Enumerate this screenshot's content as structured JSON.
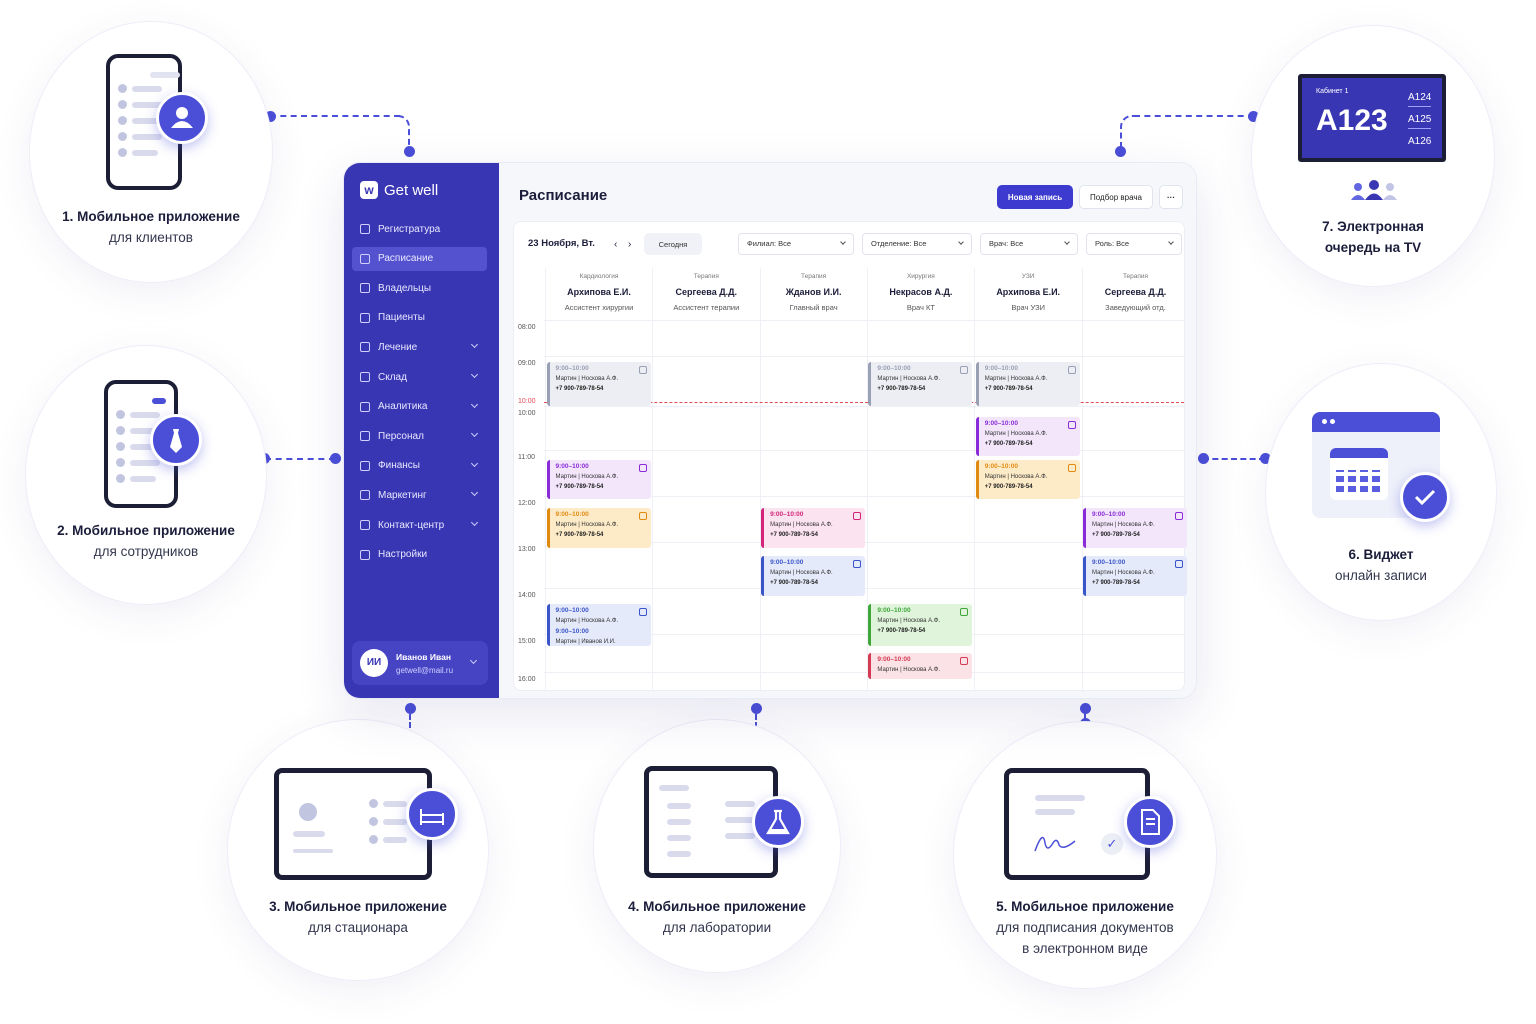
{
  "features": [
    {
      "number": "1. Мобильное приложение",
      "subtitle": "для клиентов",
      "icon": "user-icon"
    },
    {
      "number": "2. Мобильное приложение",
      "subtitle": "для сотрудников",
      "icon": "tie-icon"
    },
    {
      "number": "3. Мобильное приложение",
      "subtitle": "для стационара",
      "icon": "bed-icon"
    },
    {
      "number": "4. Мобильное приложение",
      "subtitle": "для лаборатории",
      "icon": "flask-icon"
    },
    {
      "number": "5. Мобильное приложение",
      "subtitle": "для подписания документов",
      "subtitle2": "в электронном виде",
      "icon": "document-sign-icon"
    },
    {
      "number": "6. Виджет",
      "subtitle": "онлайн записи",
      "icon": "calendar-check-icon"
    },
    {
      "number": "7. Электронная",
      "subtitle": "очередь на TV",
      "icon": "tv-queue-icon"
    }
  ],
  "tv": {
    "cabinet": "Кабинет 1",
    "current": "A123",
    "queue": [
      "A124",
      "A125",
      "A126"
    ]
  },
  "app": {
    "logo": "Get well",
    "logo_mark": "w",
    "nav": [
      {
        "label": "Регистратура",
        "icon": "reception-icon",
        "active": false,
        "chevron": false
      },
      {
        "label": "Расписание",
        "icon": "calendar-icon",
        "active": true,
        "chevron": false
      },
      {
        "label": "Владельцы",
        "icon": "owners-icon",
        "active": false,
        "chevron": false
      },
      {
        "label": "Пациенты",
        "icon": "paw-icon",
        "active": false,
        "chevron": false
      },
      {
        "label": "Лечение",
        "icon": "shield-icon",
        "active": false,
        "chevron": true
      },
      {
        "label": "Склад",
        "icon": "box-icon",
        "active": false,
        "chevron": true
      },
      {
        "label": "Аналитика",
        "icon": "chart-icon",
        "active": false,
        "chevron": true
      },
      {
        "label": "Персонал",
        "icon": "person-icon",
        "active": false,
        "chevron": true
      },
      {
        "label": "Финансы",
        "icon": "wallet-icon",
        "active": false,
        "chevron": true
      },
      {
        "label": "Маркетинг",
        "icon": "target-icon",
        "active": false,
        "chevron": true
      },
      {
        "label": "Контакт-центр",
        "icon": "chat-icon",
        "active": false,
        "chevron": true
      },
      {
        "label": "Настройки",
        "icon": "gear-icon",
        "active": false,
        "chevron": false
      }
    ],
    "user": {
      "initials": "ИИ",
      "name": "Иванов Иван",
      "email": "getwell@mail.ru"
    },
    "page_title": "Расписание",
    "new_button": "Новая запись",
    "pick_button": "Подбор врача",
    "more_button": "···",
    "date": "23 Ноября, Вт.",
    "today": "Сегодня",
    "filters": [
      "Филиал: Все",
      "Отделение: Все",
      "Врач: Все",
      "Роль: Все"
    ],
    "columns": [
      {
        "dept": "Кардиология",
        "doctor": "Архипова Е.И.",
        "role": "Ассистент хирургии"
      },
      {
        "dept": "Терапия",
        "doctor": "Сергеева Д.Д.",
        "role": "Ассистент терапии"
      },
      {
        "dept": "Терапия",
        "doctor": "Жданов И.И.",
        "role": "Главный врач"
      },
      {
        "dept": "Хирургия",
        "doctor": "Некрасов А.Д.",
        "role": "Врач КТ"
      },
      {
        "dept": "УЗИ",
        "doctor": "Архипова Е.И.",
        "role": "Врач УЗИ"
      },
      {
        "dept": "Терапия",
        "doctor": "Сергеева Д.Д.",
        "role": "Заведующий отд."
      }
    ],
    "hours": [
      "08:00",
      "09:00",
      "10:00",
      "10:00",
      "11:00",
      "12:00",
      "13:00",
      "14:00",
      "15:00",
      "16:00"
    ],
    "now": "10:00",
    "events": [
      {
        "col": 0,
        "row": 1.0,
        "h": 0.98,
        "time": "9:00–10:00",
        "patient": "Мартин | Носкова А.Ф.",
        "phone": "+7 900-789-78-54",
        "color": "#9aa0b4",
        "bg": "#eceef3"
      },
      {
        "col": 3,
        "row": 1.0,
        "h": 0.98,
        "time": "9:00–10:00",
        "patient": "Мартин | Носкова А.Ф.",
        "phone": "+7 900-789-78-54",
        "color": "#9aa0b4",
        "bg": "#eceef3"
      },
      {
        "col": 4,
        "row": 1.0,
        "h": 0.98,
        "time": "9:00–10:00",
        "patient": "Мартин | Носкова А.Ф.",
        "phone": "+7 900-789-78-54",
        "color": "#9aa0b4",
        "bg": "#eceef3"
      },
      {
        "col": 4,
        "row": 2.18,
        "h": 0.88,
        "time": "9:00–10:00",
        "patient": "Мартин | Носкова А.Ф.",
        "phone": "+7 900-789-78-54",
        "color": "#8a2bd8",
        "bg": "#f3e6fb"
      },
      {
        "col": 0,
        "row": 3.1,
        "h": 0.9,
        "time": "9:00–10:00",
        "patient": "Мартин | Носкова А.Ф.",
        "phone": "+7 900-789-78-54",
        "color": "#8a2bd8",
        "bg": "#f3e6fb"
      },
      {
        "col": 4,
        "row": 3.1,
        "h": 0.9,
        "time": "9:00–10:00",
        "patient": "Мартин | Носкова А.Ф.",
        "phone": "+7 900-789-78-54",
        "color": "#e08a12",
        "bg": "#fdebc8"
      },
      {
        "col": 0,
        "row": 4.15,
        "h": 0.9,
        "time": "9:00–10:00",
        "patient": "Мартин | Носкова А.Ф.",
        "phone": "+7 900-789-78-54",
        "color": "#e08a12",
        "bg": "#fdebc8"
      },
      {
        "col": 2,
        "row": 4.15,
        "h": 0.9,
        "time": "9:00–10:00",
        "patient": "Мартин | Носкова А.Ф.",
        "phone": "+7 900-789-78-54",
        "color": "#d4237a",
        "bg": "#fbe3ef"
      },
      {
        "col": 5,
        "row": 4.15,
        "h": 0.9,
        "time": "9:00–10:00",
        "patient": "Мартин | Носкова А.Ф.",
        "phone": "+7 900-789-78-54",
        "color": "#8a2bd8",
        "bg": "#f3e6fb"
      },
      {
        "col": 2,
        "row": 5.18,
        "h": 0.9,
        "time": "9:00–10:00",
        "patient": "Мартин | Носкова А.Ф.",
        "phone": "+7 900-789-78-54",
        "color": "#3a55c8",
        "bg": "#e5eafa"
      },
      {
        "col": 5,
        "row": 5.18,
        "h": 0.9,
        "time": "9:00–10:00",
        "patient": "Мартин | Носкова А.Ф.",
        "phone": "+7 900-789-78-54",
        "color": "#3a55c8",
        "bg": "#e5eafa"
      },
      {
        "col": 0,
        "row": 6.2,
        "h": 0.95,
        "time": "9:00–10:00",
        "patient": "Мартин | Носкова А.Ф.",
        "phone": "",
        "color": "#3a55c8",
        "bg": "#e5eafa"
      },
      {
        "col": 3,
        "row": 6.2,
        "h": 0.95,
        "time": "9:00–10:00",
        "patient": "Мартин | Носкова А.Ф.",
        "phone": "+7 900-789-78-54",
        "color": "#3fa63a",
        "bg": "#dff4da"
      },
      {
        "col": 3,
        "row": 7.25,
        "h": 0.62,
        "time": "9:00–10:00",
        "patient": "Мартин | Носкова А.Ф.",
        "phone": "",
        "color": "#d43a52",
        "bg": "#fbe2e6"
      }
    ],
    "extra_event": {
      "time": "9:00–10:00",
      "patient": "Мартин | Иванов И.И."
    }
  }
}
